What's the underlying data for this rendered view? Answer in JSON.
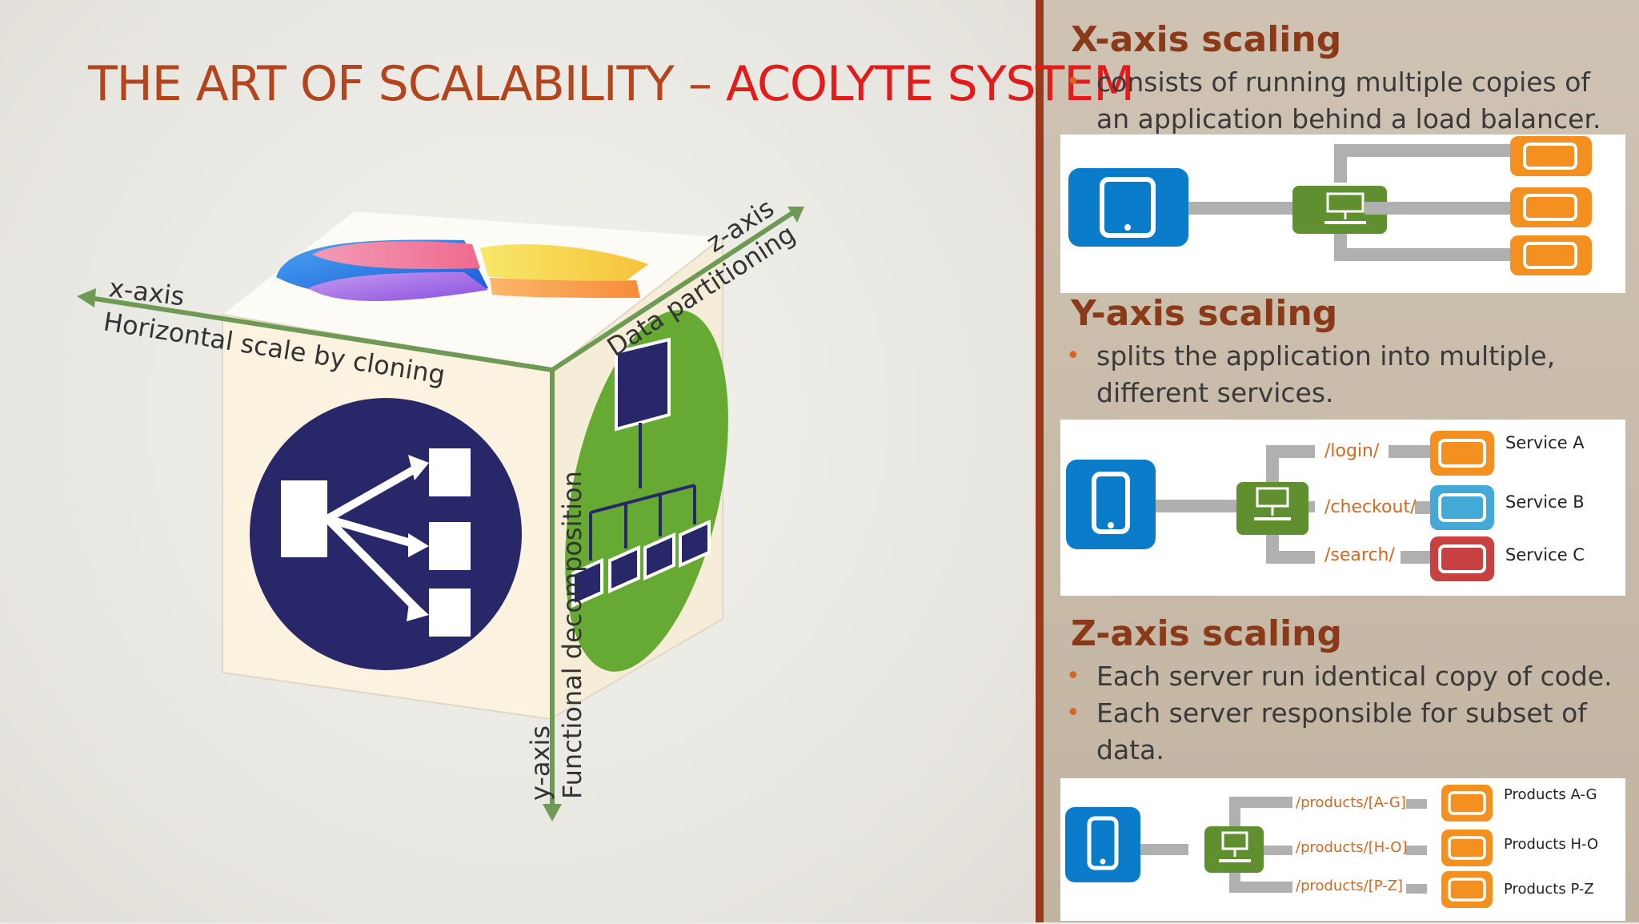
{
  "title": {
    "part1": "THE ART OF SCALABILITY – ",
    "part2": "ACOLYTE SYSTEM"
  },
  "cube": {
    "x_axis": "x-axis",
    "x_desc": "Horizontal scale by cloning",
    "z_axis": "z-axis",
    "z_desc": "Data partitioning",
    "y_axis": "y-axis",
    "y_desc": "Functional decomposition"
  },
  "x_scaling": {
    "heading": "X-axis scaling",
    "bullets": [
      "consists of running multiple copies of an application behind a load balancer."
    ]
  },
  "y_scaling": {
    "heading": "Y-axis scaling",
    "bullets": [
      "splits the application into multiple, different services."
    ],
    "routes": [
      "/login/",
      "/checkout/",
      "/search/"
    ],
    "services": [
      "Service A",
      "Service B",
      "Service C"
    ]
  },
  "z_scaling": {
    "heading": "Z-axis scaling",
    "bullets": [
      "Each server run identical copy of  code.",
      "Each server responsible for subset of data."
    ],
    "routes": [
      "/products/[A-G]",
      "/products/[H-O]",
      "/products/[P-Z]"
    ],
    "products": [
      "Products A-G",
      "Products H-O",
      "Products P-Z"
    ]
  },
  "colors": {
    "heading": "#8a3a18",
    "title_main": "#b3441c",
    "title_accent": "#e31b1b",
    "client_blue": "#0a7cc9",
    "lb_green": "#5f8f2f",
    "server_orange": "#f39020",
    "server_teal": "#45a9d8",
    "server_red": "#c94040",
    "axis_green": "#6e9a55",
    "cube_navy": "#28276a",
    "cube_green": "#66aa33"
  },
  "icons": [
    "tablet-icon",
    "load-balancer-icon",
    "server-window-icon",
    "flow-diverge-icon",
    "hierarchy-icon",
    "pie-chart-icon"
  ]
}
